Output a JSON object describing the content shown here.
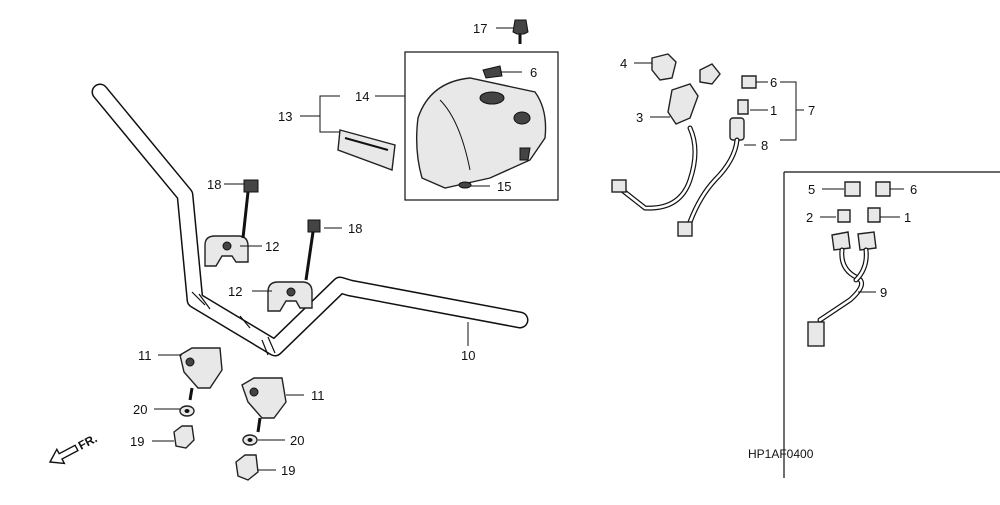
{
  "diagram": {
    "code": "HP1AF0400",
    "callouts": {
      "c1a": "1",
      "c1b": "1",
      "c2": "2",
      "c3": "3",
      "c4": "4",
      "c5": "5",
      "c6a": "6",
      "c6b": "6",
      "c6c": "6",
      "c7": "7",
      "c8": "8",
      "c9": "9",
      "c10": "10",
      "c11a": "11",
      "c11b": "11",
      "c12a": "12",
      "c12b": "12",
      "c13": "13",
      "c14": "14",
      "c15": "15",
      "c17": "17",
      "c18a": "18",
      "c18b": "18",
      "c19a": "19",
      "c19b": "19",
      "c20a": "20",
      "c20b": "20"
    },
    "front_marker": "FR."
  }
}
